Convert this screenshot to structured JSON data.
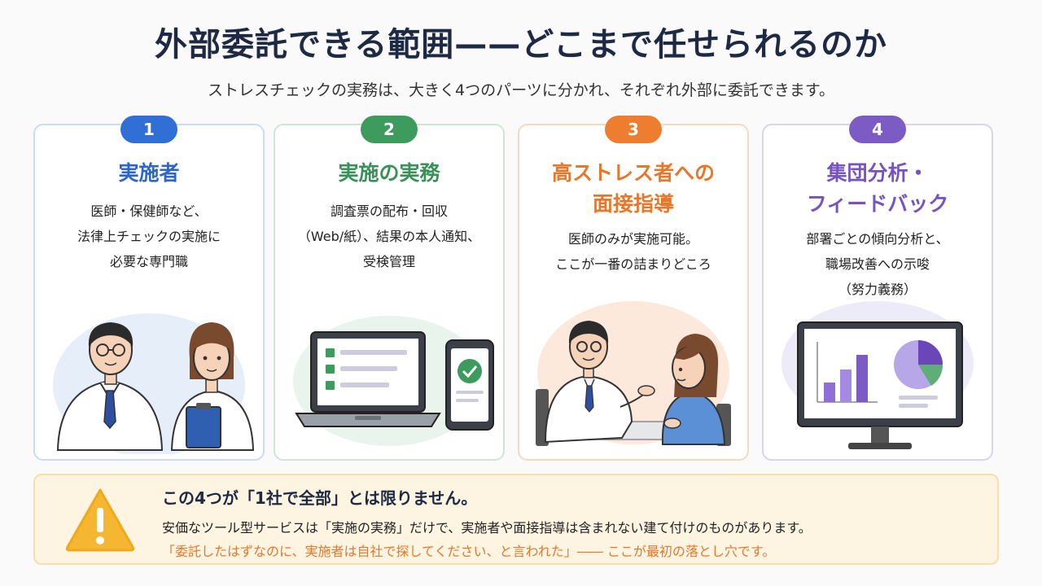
{
  "header": {
    "title": "外部委託できる範囲——どこまで任せられるのか",
    "subtitle": "ストレスチェックの実務は、大きく4つのパーツに分かれ、それぞれ外部に委託できます。"
  },
  "cards": [
    {
      "number": "1",
      "title_lines": [
        "実施者"
      ],
      "desc_lines": [
        "医師・保健師など、",
        "法律上チェックの実施に",
        "必要な専門職"
      ],
      "icon": "doctor-and-nurse-illustration",
      "color": "#2f6fd6"
    },
    {
      "number": "2",
      "title_lines": [
        "実施の実務"
      ],
      "desc_lines": [
        "調査票の配布・回収",
        "（Web/紙）、結果の本人通知、",
        "受検管理"
      ],
      "icon": "laptop-and-phone-illustration",
      "color": "#3e9b5e"
    },
    {
      "number": "3",
      "title_lines": [
        "高ストレス者への",
        "面接指導"
      ],
      "desc_lines": [
        "医師のみが実施可能。",
        "ここが一番の詰まりどころ"
      ],
      "icon": "doctor-interview-illustration",
      "color": "#ee7d2f"
    },
    {
      "number": "4",
      "title_lines": [
        "集団分析・",
        "フィードバック"
      ],
      "desc_lines": [
        "部署ごとの傾向分析と、",
        "職場改善への示唆",
        "（努力義務）"
      ],
      "icon": "analytics-monitor-illustration",
      "color": "#7c5bc4"
    }
  ],
  "warning": {
    "icon": "warning-triangle-icon",
    "title": "この4つが「1社で全部」とは限りません。",
    "line1": "安価なツール型サービスは「実施の実務」だけで、実施者や面接指導は含まれない建て付けのものがあります。",
    "line2": "「委託したはずなのに、実施者は自社で探してください、と言われた」―― ここが最初の落とし穴です。",
    "accent": "#e8772a"
  }
}
